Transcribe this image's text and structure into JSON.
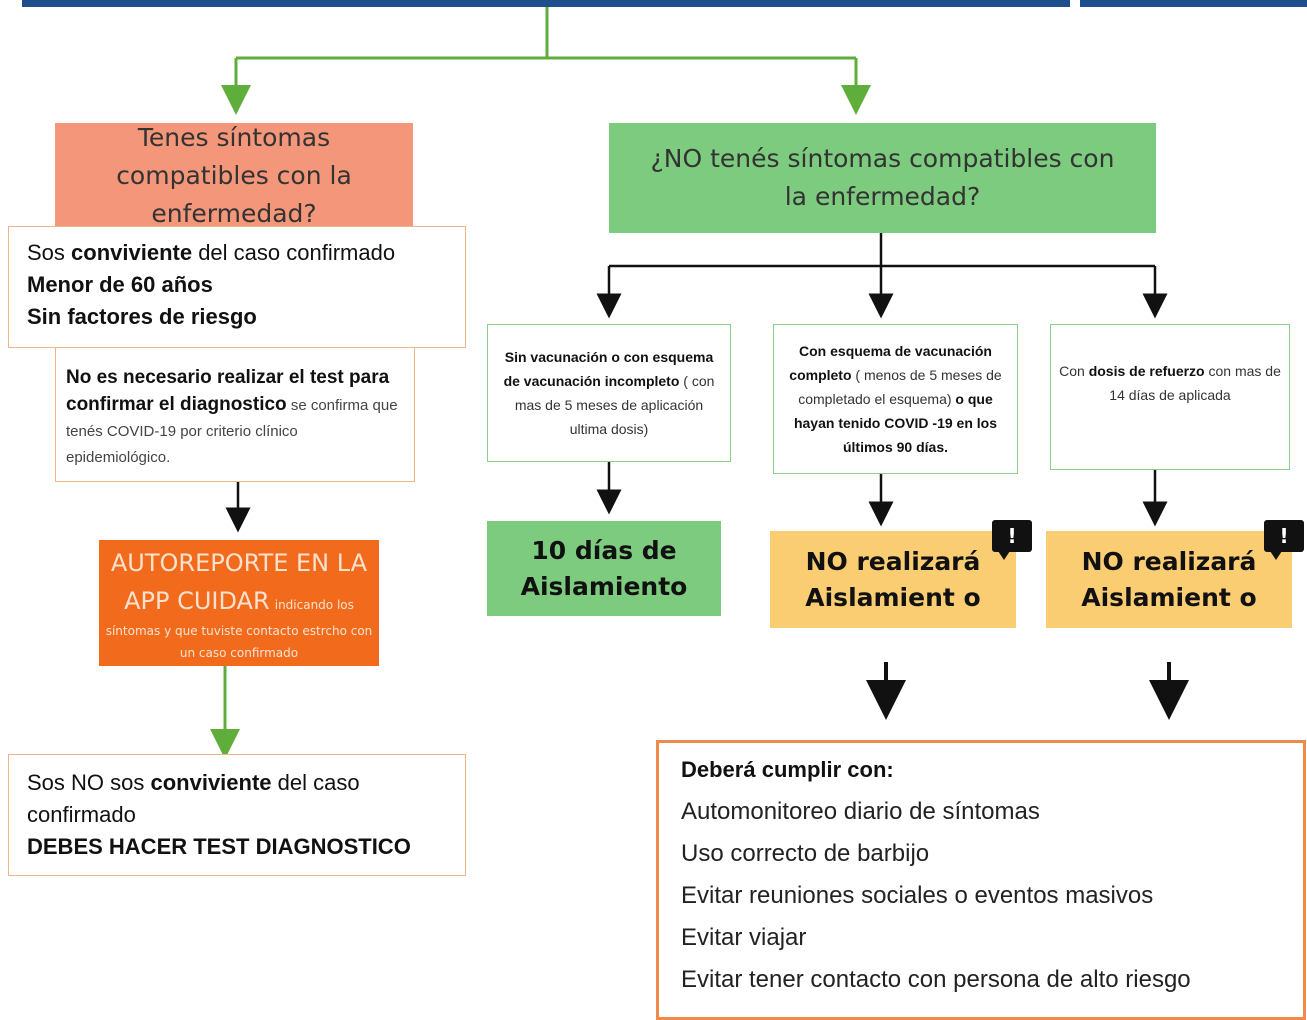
{
  "left": {
    "question": "Tenes síntomas compatibles con la enfermedad?",
    "note1": {
      "text_a": "Sos ",
      "text_b": "conviviente",
      "text_c": " del caso confirmado",
      "line2": "Menor de 60 años",
      "line3": "Sin factores de riesgo"
    },
    "diag": {
      "bold": "No es necesario realizar el test para confirmar el diagnostico",
      "rest": " se confirma que tenés COVID-19 por criterio clínico epidemiológico."
    },
    "autoreport": {
      "big": "AUTOREPORTE EN LA APP CUIDAR",
      "small": "indicando los síntomas y que tuviste contacto estrcho con un caso confirmado"
    },
    "note2": {
      "text_a": "Sos NO sos ",
      "text_b": "conviviente",
      "text_c": " del caso confirmado",
      "line2": "DEBES HACER TEST DIAGNOSTICO"
    }
  },
  "right": {
    "question": "¿NO tenés síntomas compatibles con la enfermedad?",
    "opt1": {
      "bold": "Sin vacunación o con esquema de vacunación incompleto",
      "rest": " ( con mas de 5 meses de aplicación ultima dosis)"
    },
    "opt2": {
      "bold1": "Con esquema de vacunación completo",
      "rest1": " ( menos de 5 meses de completado el esquema) ",
      "bold2": "o que hayan tenido COVID -19 en los últimos 90 días."
    },
    "opt3": {
      "pre": "Con ",
      "bold": "dosis de refuerzo",
      "rest": " con mas de 14 días de aplicada"
    },
    "result1": "10 días de Aislamiento",
    "result2": "NO realizará Aislamient o",
    "result3": "NO realizará Aislamient o",
    "badge": "!",
    "final": {
      "title": "Deberá cumplir con:",
      "items": [
        "Automonitoreo diario de síntomas",
        "Uso correcto de barbijo",
        "Evitar reuniones sociales o eventos masivos",
        "Evitar viajar",
        "Evitar tener contacto con persona de alto riesgo"
      ]
    }
  },
  "colors": {
    "top_bar": "#1f4e8c",
    "salmon": "#f4967a",
    "green": "#7ccb7e",
    "orange": "#f26b1d",
    "yellow": "#fbcd72",
    "connector_green": "#5fae3c"
  }
}
